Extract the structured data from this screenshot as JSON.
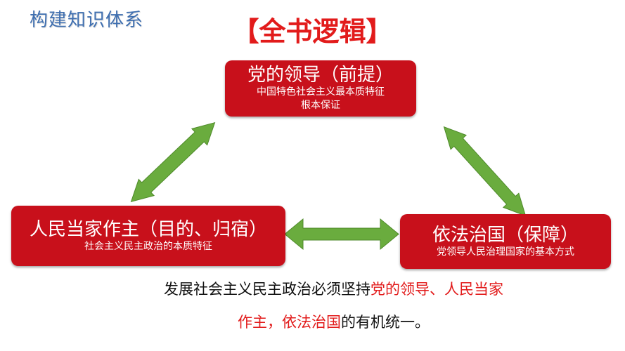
{
  "header": {
    "section_title": "构建知识体系"
  },
  "title": "【全书逻辑】",
  "nodes": {
    "top": {
      "main": "党的领导（前提）",
      "sub1": "中国特色社会主义最本质特征",
      "sub2": "根本保证"
    },
    "left": {
      "main": "人民当家作主（目的、归宿）",
      "sub1": "社会主义民主政治的本质特征"
    },
    "right": {
      "main": "依法治国（保障）",
      "sub1": "党领导人民治理国家的基本方式"
    }
  },
  "summary": {
    "line1_prefix": "发展社会主义民主政治必须坚持",
    "line1_red": "党的领导、人民当家",
    "line2_red": "作主，依法治国",
    "line2_suffix": "的有机统一。"
  },
  "colors": {
    "box": "#c8101b",
    "arrow": "#6aac3e",
    "title_red": "#e21b1b",
    "heading_blue": "#3f6fb0"
  }
}
